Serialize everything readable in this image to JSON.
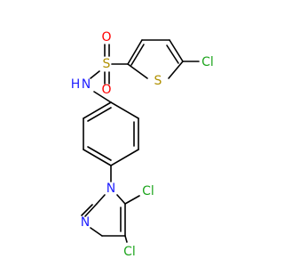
{
  "molecule": {
    "atoms": [
      {
        "label": "Cl",
        "color": "#1ea51e"
      },
      {
        "label": "S",
        "color": "#b09000"
      },
      {
        "label": "S",
        "color": "#b09000"
      },
      {
        "label": "O",
        "color": "#ff0000"
      },
      {
        "label": "O",
        "color": "#ff0000"
      },
      {
        "label": "N",
        "color": "#2020ff"
      },
      {
        "label": "H",
        "color": "#2020ff"
      },
      {
        "label": "N",
        "color": "#2020ff"
      },
      {
        "label": "N",
        "color": "#2020ff"
      },
      {
        "label": "Cl",
        "color": "#1ea51e"
      },
      {
        "label": "Cl",
        "color": "#1ea51e"
      }
    ]
  }
}
